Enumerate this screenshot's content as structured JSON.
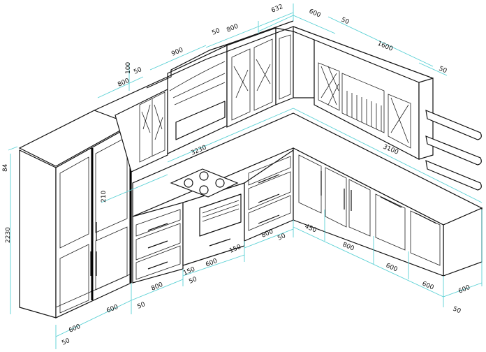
{
  "drawing": {
    "subject": "kitchen-layout-isometric",
    "line_color": "#111111",
    "dimension_color": "#58d0d4",
    "dimensions": {
      "top_corner_632": "632",
      "top_right_600": "600",
      "top_right_50a": "50",
      "top_right_1600": "1600",
      "top_right_50b": "50",
      "top_left_50a": "50",
      "top_left_800": "800",
      "top_left_900": "900",
      "top_left_50b": "50",
      "top_left_100": "100",
      "top_left_800b": "800",
      "left_height_84": "84",
      "wall_length_left": "3230",
      "wall_length_right": "3100",
      "gap_210": "210",
      "tall_height": "2230",
      "bottom_600a": "600",
      "bottom_50a": "50",
      "bottom_600b": "600",
      "bottom_50b": "50",
      "bottom_800a": "800",
      "bottom_50c": "50",
      "bottom_150a": "150",
      "bottom_600c": "600",
      "bottom_150b": "150",
      "bottom_800b": "800",
      "bottom_50d": "50",
      "right_450": "450",
      "right_800": "800",
      "right_600a": "600",
      "right_600b": "600",
      "right_depth_600": "600",
      "right_50": "50"
    }
  }
}
